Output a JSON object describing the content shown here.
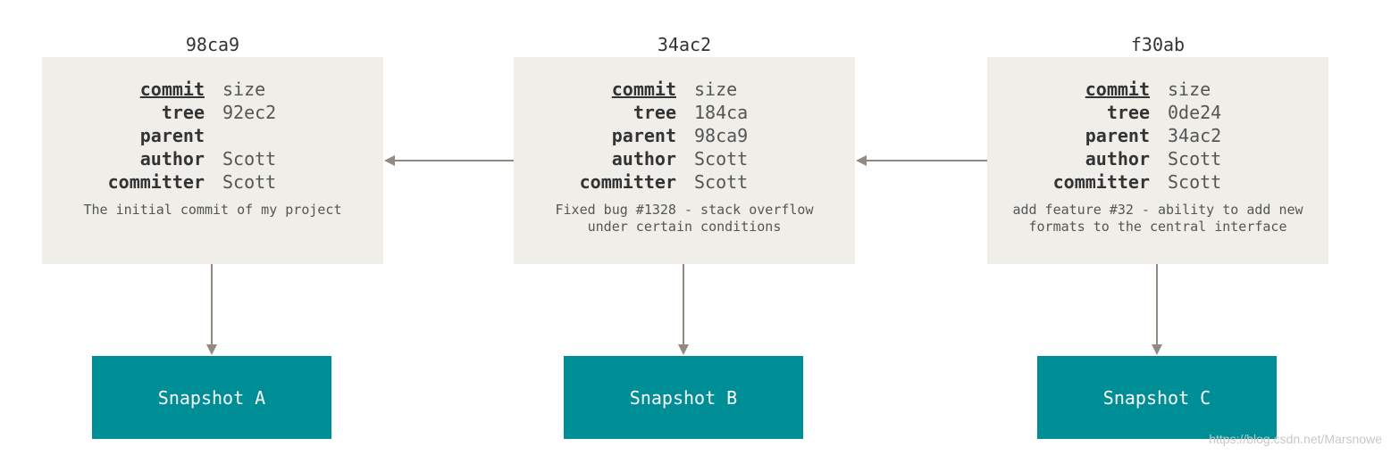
{
  "commits": [
    {
      "hash": "98ca9",
      "fields": [
        {
          "key": "commit",
          "value": "size"
        },
        {
          "key": "tree",
          "value": "92ec2"
        },
        {
          "key": "parent",
          "value": ""
        },
        {
          "key": "author",
          "value": "Scott"
        },
        {
          "key": "committer",
          "value": "Scott"
        }
      ],
      "message_lines": [
        "The initial commit of my project"
      ],
      "snapshot": "Snapshot A"
    },
    {
      "hash": "34ac2",
      "fields": [
        {
          "key": "commit",
          "value": "size"
        },
        {
          "key": "tree",
          "value": "184ca"
        },
        {
          "key": "parent",
          "value": "98ca9"
        },
        {
          "key": "author",
          "value": "Scott"
        },
        {
          "key": "committer",
          "value": "Scott"
        }
      ],
      "message_lines": [
        "Fixed bug #1328 - stack overflow",
        "under certain conditions"
      ],
      "snapshot": "Snapshot B"
    },
    {
      "hash": "f30ab",
      "fields": [
        {
          "key": "commit",
          "value": "size"
        },
        {
          "key": "tree",
          "value": "0de24"
        },
        {
          "key": "parent",
          "value": "34ac2"
        },
        {
          "key": "author",
          "value": "Scott"
        },
        {
          "key": "committer",
          "value": "Scott"
        }
      ],
      "message_lines": [
        "add feature #32 - ability to add new",
        "formats to the central interface"
      ],
      "snapshot": "Snapshot C"
    }
  ],
  "watermark": "https://blog.csdn.net/Marsnowe",
  "colors": {
    "box_background": "#efeee9",
    "snapshot_background": "#008e96",
    "arrow": "#908a83"
  }
}
